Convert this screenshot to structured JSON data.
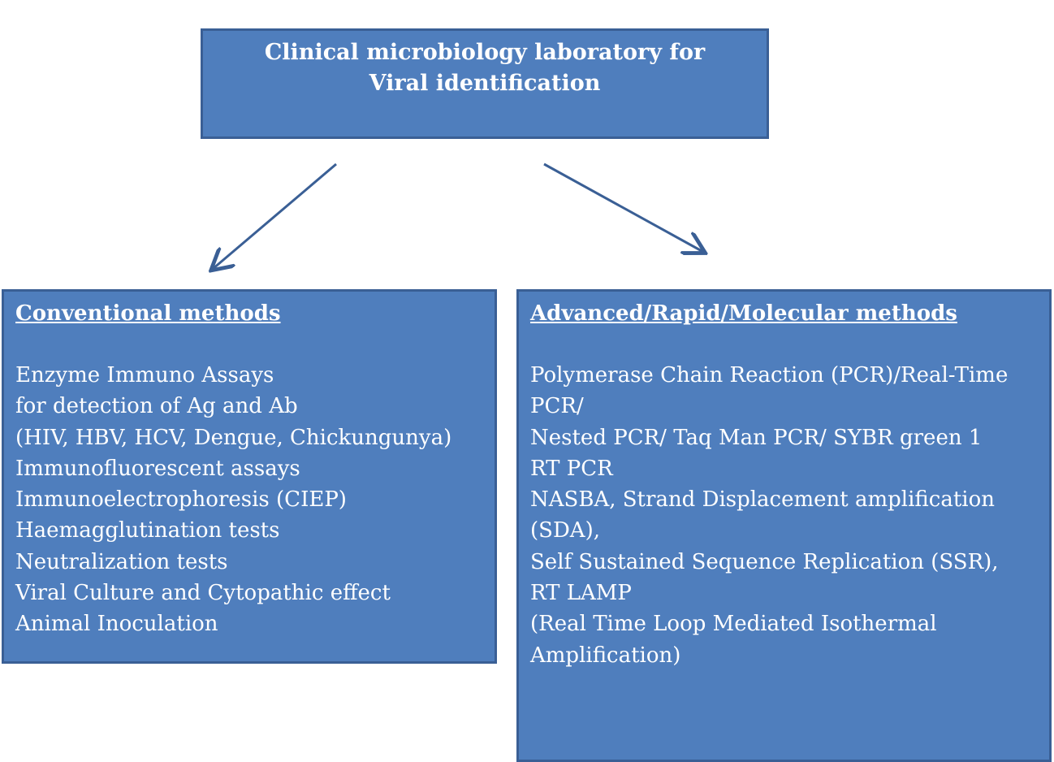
{
  "top": {
    "line1": "Clinical microbiology laboratory for",
    "line2": "Viral identification"
  },
  "left": {
    "heading": "Conventional methods",
    "items": [
      "Enzyme Immuno Assays",
      "for detection of Ag and Ab",
      "(HIV, HBV, HCV, Dengue, Chickungunya)",
      "Immunofluorescent assays",
      "Immunoelectrophoresis (CIEP)",
      "Haemagglutination tests",
      "Neutralization tests",
      "Viral Culture and Cytopathic effect",
      "Animal Inoculation"
    ]
  },
  "right": {
    "heading": "Advanced/Rapid/Molecular methods",
    "items": [
      "Polymerase Chain Reaction (PCR)/Real-Time",
      "PCR/",
      "Nested PCR/ Taq Man PCR/ SYBR green 1",
      "RT PCR",
      "NASBA, Strand Displacement amplification",
      "(SDA),",
      "Self Sustained Sequence Replication (SSR),",
      "RT LAMP",
      "(Real Time Loop Mediated Isothermal",
      "Amplification)"
    ]
  },
  "colors": {
    "box_fill": "#4f7ebd",
    "box_border": "#3a5f95",
    "arrow": "#3a5f95",
    "text": "#ffffff"
  }
}
